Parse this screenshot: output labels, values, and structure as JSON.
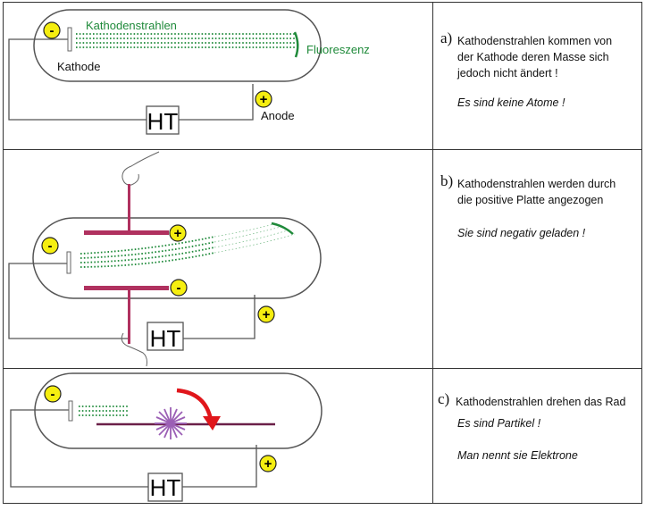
{
  "rows": [
    {
      "letter": "a)",
      "lines": [
        "Kathodenstrahlen kommen von",
        "der Kathode deren Masse sich",
        "jedoch nicht ändert !"
      ],
      "conclusion": "Es sind keine Atome !",
      "labels": {
        "rays": "Kathodenstrahlen",
        "fluorescence": "Fluoreszenz",
        "cathode": "Kathode",
        "anode": "Anode",
        "power": "HT",
        "minus": "-",
        "plus": "+"
      }
    },
    {
      "letter": "b)",
      "lines": [
        "Kathodenstrahlen werden durch",
        "die positive Platte angezogen"
      ],
      "conclusion": "Sie sind negativ geladen !",
      "labels": {
        "power": "HT",
        "minus": "-",
        "plus": "+"
      }
    },
    {
      "letter": "c)",
      "lines": [
        "Kathodenstrahlen drehen das Rad"
      ],
      "conclusions": [
        "Es sind Partikel !",
        "Man nennt sie Elektrone"
      ],
      "labels": {
        "power": "HT",
        "minus": "-",
        "plus": "+"
      }
    }
  ],
  "colors": {
    "ray_green": "#1f8a3a",
    "plate_crimson": "#b0315f",
    "sign_yellow": "#f5ee10",
    "arrow_red": "#e0161b",
    "wheel_purple": "#9b5fb5"
  }
}
